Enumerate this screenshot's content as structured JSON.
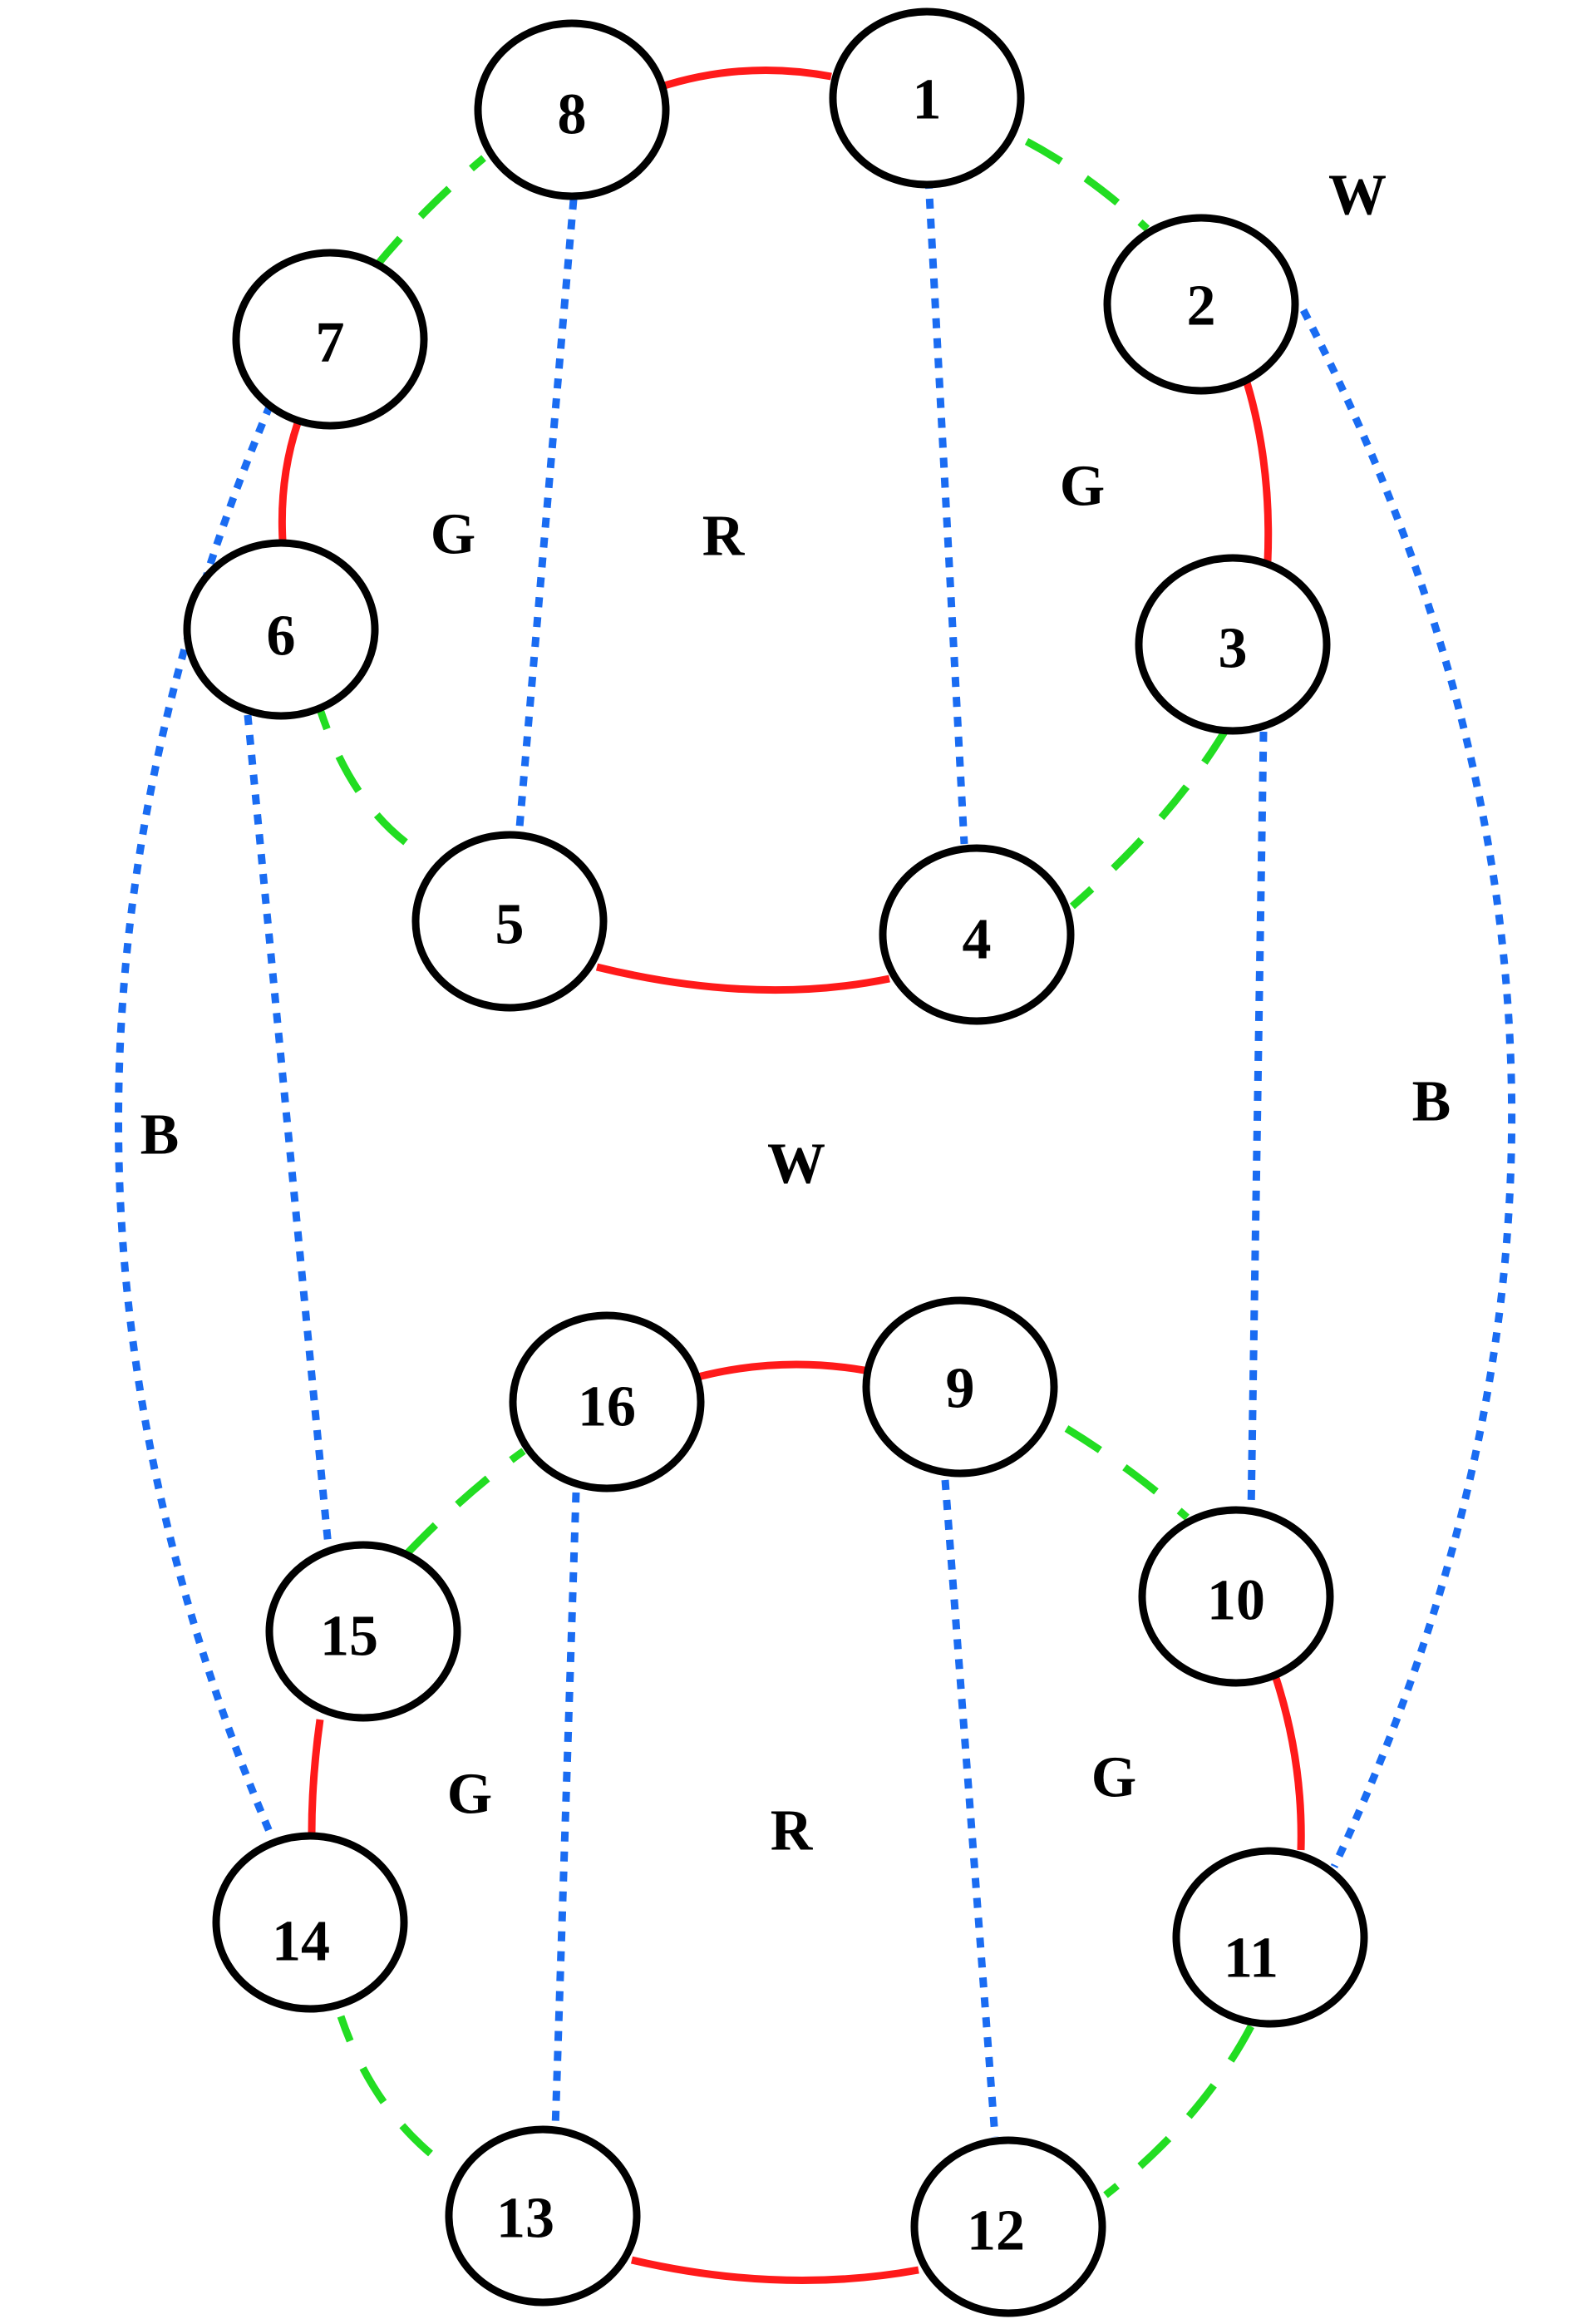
{
  "colors": {
    "red": "#ff1a1a",
    "green": "#22dd22",
    "blue": "#1a6cf2",
    "node_stroke": "#000000"
  },
  "nodes": {
    "n1": "1",
    "n2": "2",
    "n3": "3",
    "n4": "4",
    "n5": "5",
    "n6": "6",
    "n7": "7",
    "n8": "8",
    "n9": "9",
    "n10": "10",
    "n11": "11",
    "n12": "12",
    "n13": "13",
    "n14": "14",
    "n15": "15",
    "n16": "16"
  },
  "regions": {
    "w_top": "W",
    "g_top_left": "G",
    "r_top": "R",
    "g_top_right": "G",
    "b_left": "B",
    "w_center": "W",
    "b_right": "B",
    "g_bottom_left": "G",
    "r_bottom": "R",
    "g_bottom_right": "G"
  },
  "edges": [
    {
      "from": "8",
      "to": "1",
      "style": "red"
    },
    {
      "from": "2",
      "to": "3",
      "style": "red"
    },
    {
      "from": "4",
      "to": "5",
      "style": "red"
    },
    {
      "from": "6",
      "to": "7",
      "style": "red"
    },
    {
      "from": "1",
      "to": "2",
      "style": "green"
    },
    {
      "from": "3",
      "to": "4",
      "style": "green"
    },
    {
      "from": "5",
      "to": "6",
      "style": "green"
    },
    {
      "from": "7",
      "to": "8",
      "style": "green"
    },
    {
      "from": "1",
      "to": "4",
      "style": "blue"
    },
    {
      "from": "8",
      "to": "5",
      "style": "blue"
    },
    {
      "from": "16",
      "to": "9",
      "style": "red"
    },
    {
      "from": "10",
      "to": "11",
      "style": "red"
    },
    {
      "from": "12",
      "to": "13",
      "style": "red"
    },
    {
      "from": "14",
      "to": "15",
      "style": "red"
    },
    {
      "from": "9",
      "to": "10",
      "style": "green"
    },
    {
      "from": "11",
      "to": "12",
      "style": "green"
    },
    {
      "from": "13",
      "to": "14",
      "style": "green"
    },
    {
      "from": "15",
      "to": "16",
      "style": "green"
    },
    {
      "from": "16",
      "to": "13",
      "style": "blue"
    },
    {
      "from": "9",
      "to": "12",
      "style": "blue"
    },
    {
      "from": "6",
      "to": "15",
      "style": "blue"
    },
    {
      "from": "3",
      "to": "10",
      "style": "blue"
    },
    {
      "from": "7",
      "to": "14",
      "style": "blue"
    },
    {
      "from": "2",
      "to": "11",
      "style": "blue"
    }
  ]
}
